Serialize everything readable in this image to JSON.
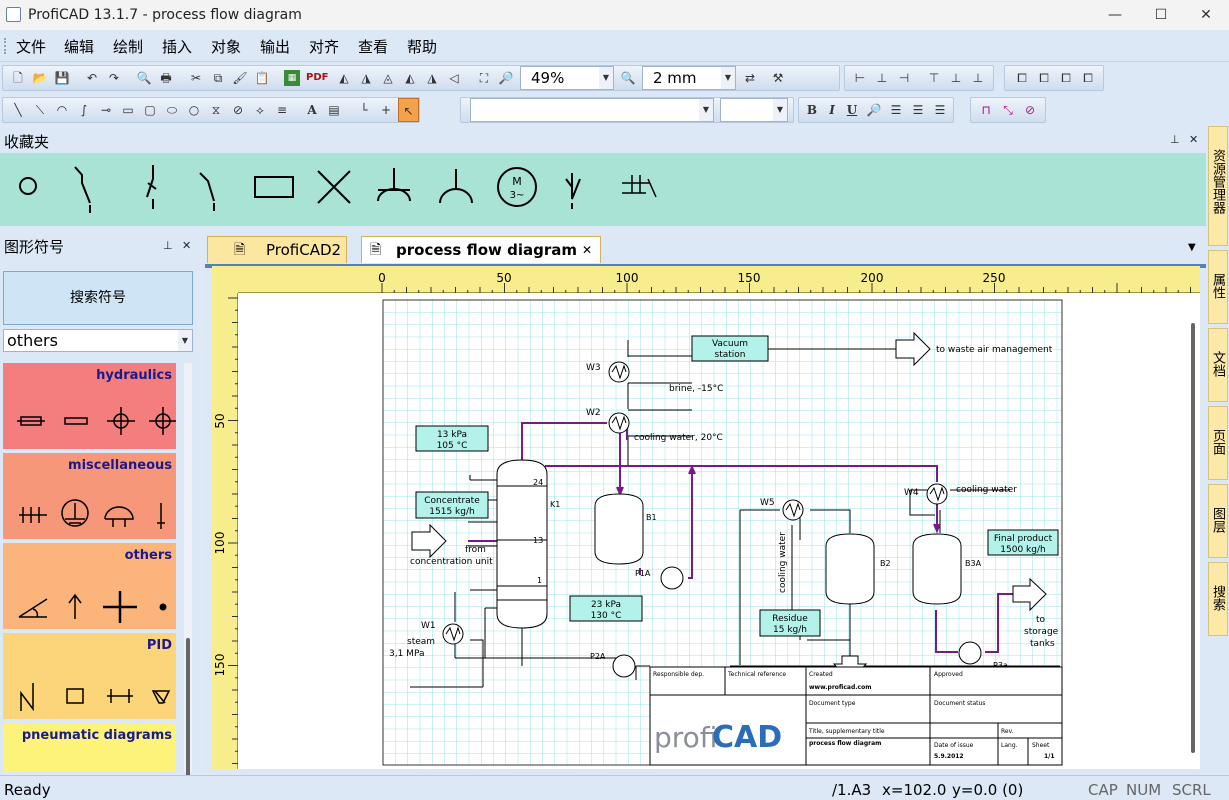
{
  "window": {
    "title": "ProfiCAD 13.1.7 - process flow diagram",
    "min": "—",
    "max": "☐",
    "close": "✕"
  },
  "menu": [
    "文件",
    "编辑",
    "绘制",
    "插入",
    "对象",
    "输出",
    "对齐",
    "查看",
    "帮助"
  ],
  "toolbar": {
    "zoom": "49%",
    "grid": "2 mm",
    "pdf_label": "PDF",
    "font_name": "",
    "font_size": "",
    "bold": "B",
    "italic": "I",
    "underline": "U"
  },
  "favorites": {
    "title": "收藏夹",
    "motor_label": "M",
    "motor_sub": "3~"
  },
  "symbols": {
    "title": "图形符号",
    "search_button": "搜索符号",
    "category": "others",
    "categories": [
      {
        "label": "hydraulics",
        "color": "#f47d7d"
      },
      {
        "label": "miscellaneous",
        "color": "#f7977a"
      },
      {
        "label": "others",
        "color": "#fbb57a"
      },
      {
        "label": "PID",
        "color": "#fcd47a"
      },
      {
        "label": "pneumatic diagrams",
        "color": "#fdf37a"
      }
    ]
  },
  "tabs": [
    {
      "label": "ProfiCAD2",
      "active": false
    },
    {
      "label": "process flow diagram",
      "active": true
    }
  ],
  "tab_close": "✕",
  "ruler": {
    "h_ticks": [
      "0",
      "50",
      "100",
      "150",
      "200",
      "250"
    ],
    "v_ticks": [
      "50",
      "100",
      "150"
    ]
  },
  "diagram": {
    "vacuum": [
      "Vacuum",
      "station"
    ],
    "waste_air": "to waste air management",
    "w3": "W3",
    "w2": "W2",
    "w1": "W1",
    "w4": "W4",
    "w5": "W5",
    "brine": "brine, -15°C",
    "cooling_water_20": "cooling water, 20°C",
    "kpa13": [
      "13 kPa",
      "105 °C"
    ],
    "concentrate": [
      "Concentrate",
      "1515 kg/h"
    ],
    "from": [
      "from",
      "concentration unit"
    ],
    "steam": [
      "steam",
      "3,1 MPa"
    ],
    "kpa23": [
      "23 kPa",
      "130 °C"
    ],
    "k1": "K1",
    "tray24": "24",
    "tray13": "13",
    "tray1": "1",
    "b1": "B1",
    "p1a": "P1A",
    "p2a": "P2A",
    "cooling_water": "cooling water",
    "cooling_water_v": "cooling water",
    "b2": "B2",
    "b3a": "B3A",
    "p3a": "P3a",
    "residue": [
      "Residue",
      "15 kg/h"
    ],
    "final": [
      "Final product",
      "1500 kg/h"
    ],
    "storage": [
      "to",
      "storage",
      "tanks"
    ]
  },
  "titleblock": {
    "resp": "Responsible dep.",
    "tech": "Technical reference",
    "created": "Created",
    "approved": "Approved",
    "url": "www.proficad.com",
    "doctype": "Document type",
    "docstatus": "Document status",
    "title_label": "Title, supplementary title",
    "title_value": "process flow diagram",
    "rev": "Rev.",
    "date_label": "Date of issue",
    "date_value": "5.9.2012",
    "lang": "Lang.",
    "sheet": "Sheet",
    "sheet_value": "1/1",
    "logo_a": "profi",
    "logo_b": "CAD"
  },
  "side_tabs": [
    "资源管理器",
    "属性",
    "文档",
    "页面",
    "图层",
    "搜索"
  ],
  "status": {
    "ready": "Ready",
    "sheet": "/1.A3",
    "x": "x=102.0",
    "y": "y=0.0 (0)",
    "cap": "CAP",
    "num": "NUM",
    "scrl": "SCRL"
  }
}
